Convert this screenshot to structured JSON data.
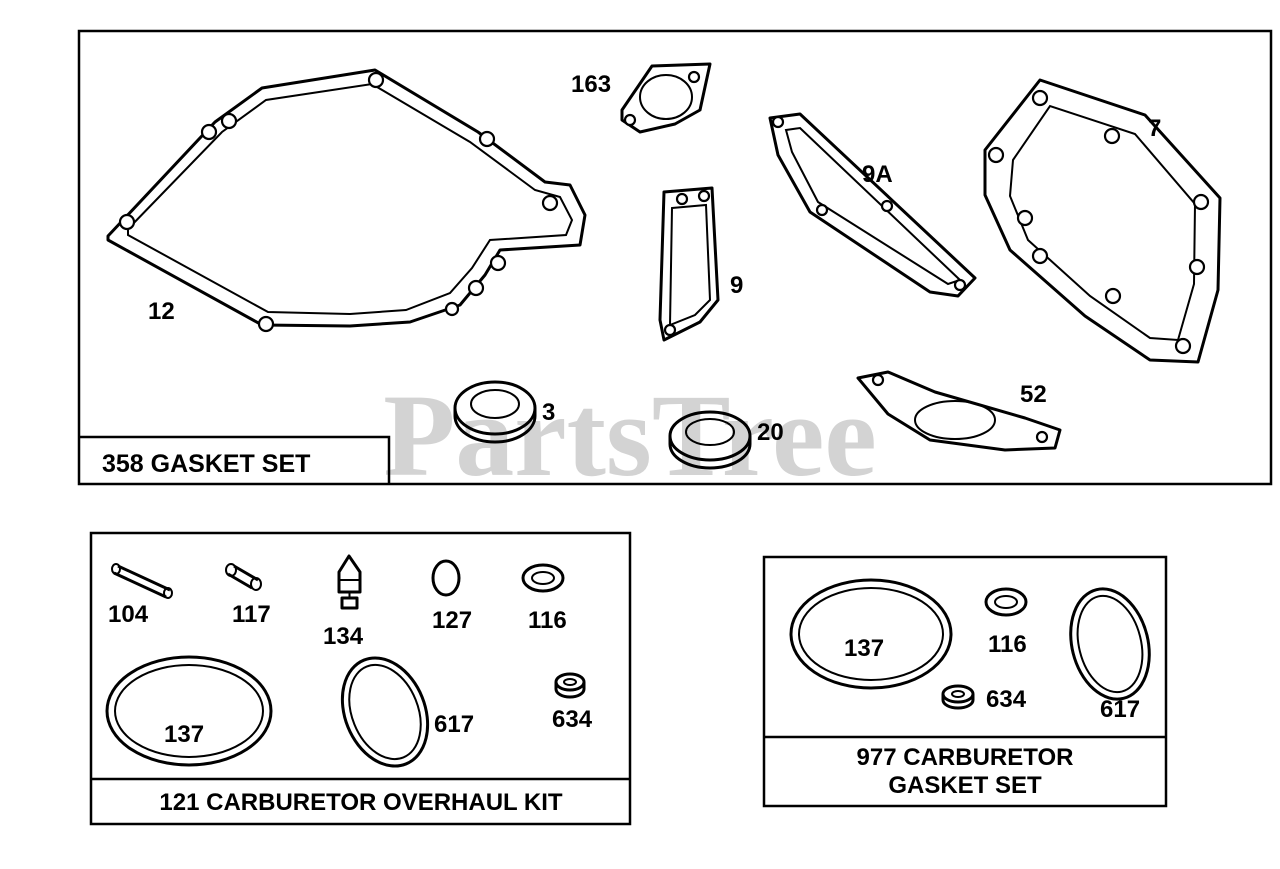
{
  "watermark": "PartsTree",
  "kits": {
    "gasket_set": "358 GASKET SET",
    "overhaul_kit": "121 CARBURETOR OVERHAUL KIT",
    "carb_gasket_line1": "977 CARBURETOR",
    "carb_gasket_line2": "GASKET SET"
  },
  "parts": {
    "p12": "12",
    "p163": "163",
    "p9": "9",
    "p9a": "9A",
    "p7": "7",
    "p3": "3",
    "p20": "20",
    "p52": "52",
    "k104": "104",
    "k117": "117",
    "k134": "134",
    "k127": "127",
    "k116": "116",
    "k137": "137",
    "k617": "617",
    "k634": "634",
    "c137": "137",
    "c116": "116",
    "c634": "634",
    "c617": "617"
  }
}
